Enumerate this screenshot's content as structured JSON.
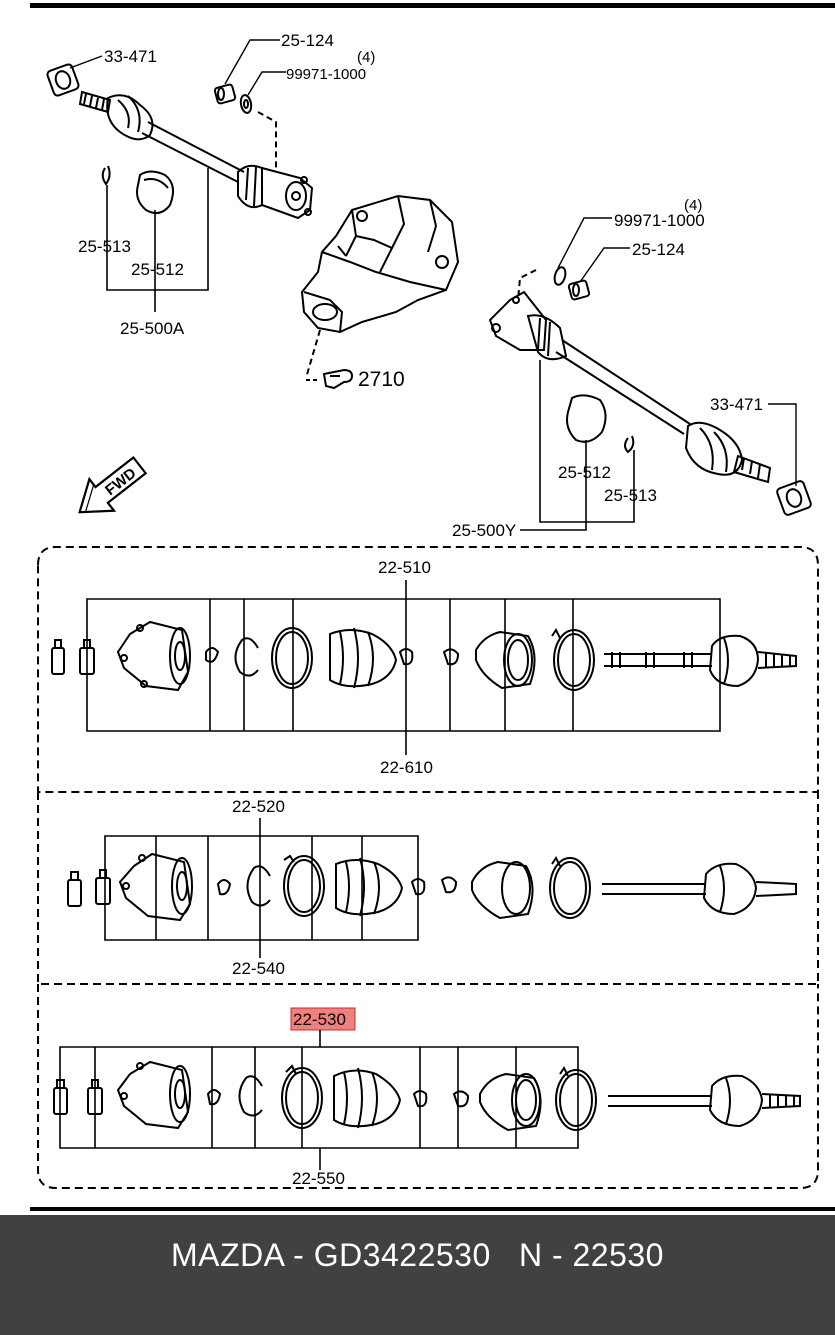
{
  "diagram": {
    "top_assembly": {
      "left_shaft": {
        "nut_label": "33-471",
        "bolt_label": "25-124",
        "washer_qty": "(4)",
        "washer_label": "99971-1000",
        "clamp_small_label": "25-513",
        "clamp_large_label": "25-512",
        "assembly_label": "25-500A"
      },
      "differential_label": "2710",
      "right_shaft": {
        "washer_qty": "(4)",
        "washer_label": "99971-1000",
        "bolt_label": "25-124",
        "nut_label": "33-471",
        "clamp_large_label": "25-512",
        "clamp_small_label": "25-513",
        "assembly_label": "25-500Y"
      },
      "direction_label": "FWD"
    },
    "box1": {
      "top_label": "22-510",
      "bottom_label": "22-610"
    },
    "box2": {
      "top_label": "22-520",
      "bottom_label": "22-540"
    },
    "box3": {
      "top_label": "22-530",
      "bottom_label": "22-550",
      "highlight_color": "#f08080"
    }
  },
  "footer": {
    "text": "MAZDA - GD3422530   N - 22530",
    "background": "#414141"
  }
}
